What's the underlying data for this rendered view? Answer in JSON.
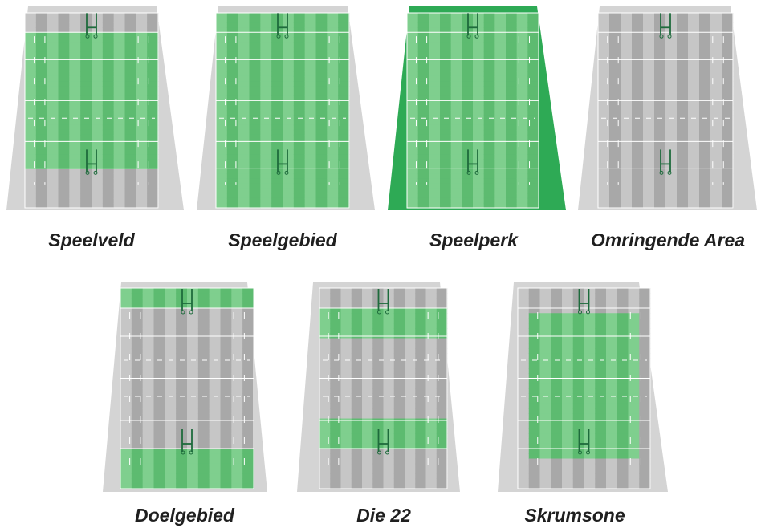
{
  "colors": {
    "surround": "#d4d4d4",
    "surround_highlight": "#2eaa55",
    "grey_stripe_light": "#c6c6c6",
    "grey_stripe_dark": "#a8a8a8",
    "green_stripe_light": "#7fcf8e",
    "green_stripe_dark": "#5dbb70",
    "line": "#ffffff",
    "posts": "#1e6b3c"
  },
  "panels": [
    {
      "id": "speelveld",
      "label": "Speelveld",
      "highlight": "speelveld"
    },
    {
      "id": "speelgebied",
      "label": "Speelgebied",
      "highlight": "speelgebied"
    },
    {
      "id": "speelperk",
      "label": "Speelperk",
      "highlight": "speelperk"
    },
    {
      "id": "omringende-area",
      "label": "Omringende Area",
      "highlight": "omringende-area"
    },
    {
      "id": "doelgebied",
      "label": "Doelgebied",
      "highlight": "doelgebied"
    },
    {
      "id": "die-22",
      "label": "Die 22",
      "highlight": "die-22"
    },
    {
      "id": "skrumsone",
      "label": "Skrumsone",
      "highlight": "skrumsone"
    }
  ]
}
